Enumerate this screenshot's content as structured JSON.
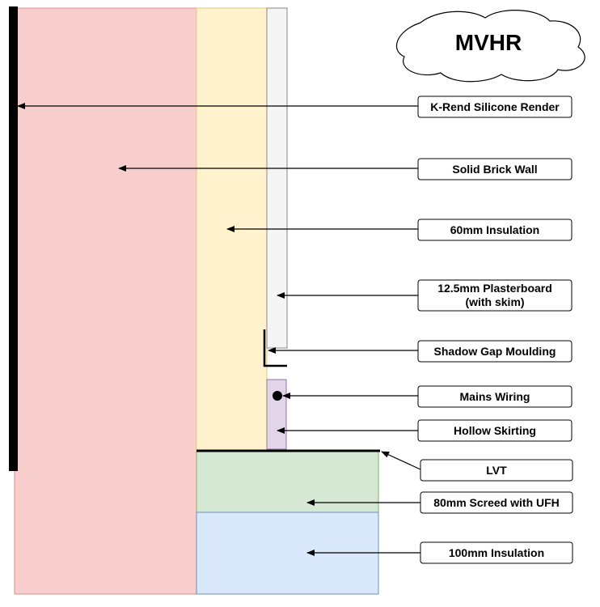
{
  "title": "MVHR",
  "labels": {
    "render": "K-Rend Silicone Render",
    "brick": "Solid Brick Wall",
    "wall_insulation": "60mm Insulation",
    "plasterboard_line1": "12.5mm Plasterboard",
    "plasterboard_line2": "(with skim)",
    "shadow_gap": "Shadow Gap Moulding",
    "mains_wiring": "Mains Wiring",
    "hollow_skirting": "Hollow Skirting",
    "lvt": "LVT",
    "screed": "80mm Screed with UFH",
    "floor_insulation": "100mm Insulation"
  },
  "colors": {
    "brick_fill": "#f8cecc",
    "brick_stroke": "#d98c8c",
    "insulation_fill": "#fff2cc",
    "insulation_stroke": "#e0c97a",
    "plasterboard_fill": "#f5f5f5",
    "plasterboard_stroke": "#888888",
    "screed_fill": "#d5e8d4",
    "screed_stroke": "#82b366",
    "floor_insulation_fill": "#dae8fc",
    "floor_insulation_stroke": "#6c8ebf",
    "skirting_fill": "#e1d5e7",
    "skirting_stroke": "#9673a6",
    "render": "#000000"
  }
}
